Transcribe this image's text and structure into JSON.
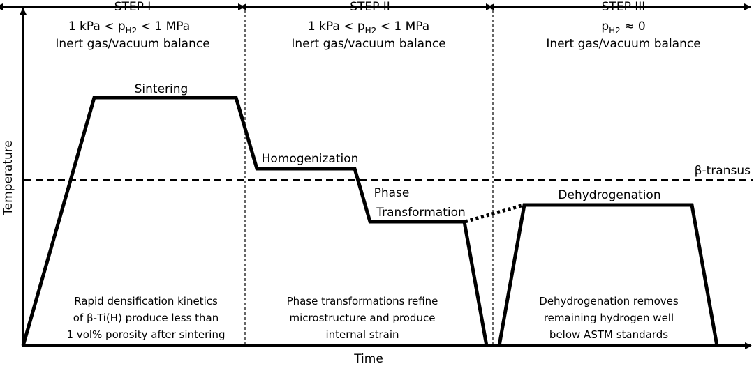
{
  "steps": [
    {
      "title": "STEP I",
      "pressure_prefix": "1 kPa < p",
      "pressure_sub": "H2",
      "pressure_suffix": " < 1 MPa",
      "balance": "Inert gas/vacuum balance",
      "note": [
        "Rapid densification kinetics",
        "of β-Ti(H) produce less than",
        "1 vol% porosity after sintering"
      ]
    },
    {
      "title": "STEP II",
      "pressure_prefix": "1 kPa < p",
      "pressure_sub": "H2",
      "pressure_suffix": " < 1 MPa",
      "balance": "Inert gas/vacuum balance",
      "note": [
        "Phase transformations refine",
        "microstructure and produce",
        "internal strain"
      ]
    },
    {
      "title": "STEP III",
      "pressure_prefix": "p",
      "pressure_sub": "H2",
      "pressure_suffix": " ≈ 0",
      "balance": "Inert gas/vacuum balance",
      "note": [
        "Dehydrogenation removes",
        "remaining hydrogen well",
        "below ASTM standards"
      ]
    }
  ],
  "stages": {
    "sintering": "Sintering",
    "homogenization": "Homogenization",
    "phase_transformation": [
      "Phase",
      "Transformation"
    ],
    "dehydrogenation": "Dehydrogenation"
  },
  "beta_transus": "β-transus",
  "axes": {
    "x": "Time",
    "y": "Temperature"
  }
}
